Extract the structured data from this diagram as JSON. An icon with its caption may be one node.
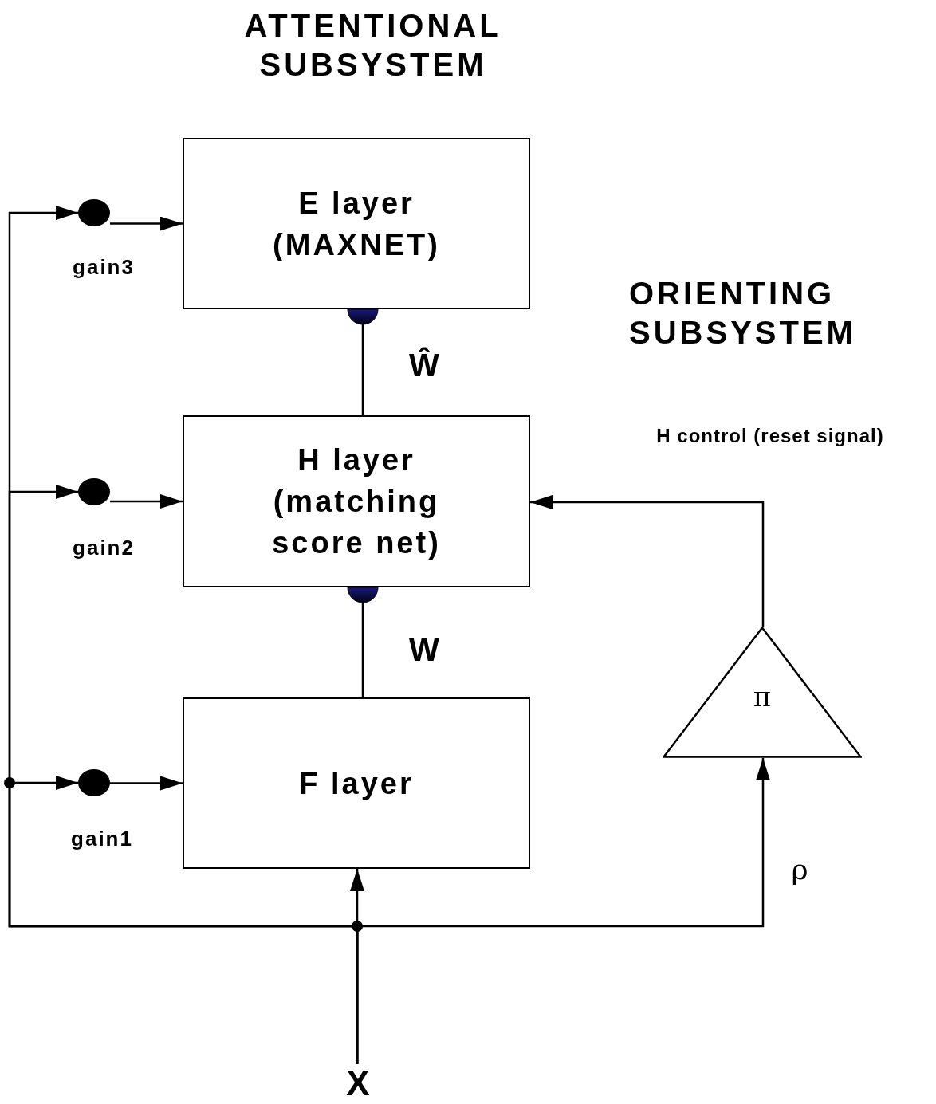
{
  "diagram": {
    "title": "ATTENTIONAL SUBSYSTEM",
    "nodes": [
      {
        "text": [
          "E layer (MAXNET)"
        ]
      },
      {
        "text": [
          "H layer (matching score net)"
        ]
      },
      {
        "text": [
          "F layer"
        ]
      },
      {
        "text": [
          "π"
        ]
      },
      {
        "text": [],
        "shape": "circle",
        "beside": [
          "gain3"
        ]
      },
      {
        "text": [],
        "shape": "circle",
        "beside": [
          "gain2"
        ]
      },
      {
        "text": [],
        "shape": "circle",
        "beside": [
          "gain1"
        ]
      },
      {
        "text": [
          "X"
        ]
      }
    ],
    "edges": [
      {
        "from": 7,
        "to": 2,
        "arrow": "to"
      },
      {
        "from": 7,
        "to": 6,
        "arrow": "to"
      },
      {
        "from": 7,
        "to": 5,
        "arrow": "to"
      },
      {
        "from": 7,
        "to": 4,
        "arrow": "to"
      },
      {
        "from": 7,
        "to": 3,
        "arrow": "to",
        "label": "ρ"
      },
      {
        "from": 6,
        "to": 2,
        "arrow": "to"
      },
      {
        "from": 5,
        "to": 1,
        "arrow": "to"
      },
      {
        "from": 4,
        "to": 0,
        "arrow": "to"
      },
      {
        "from": 3,
        "to": 1,
        "arrow": "to",
        "label": "H control (reset signal)"
      },
      {
        "from": 2,
        "to": 1,
        "arrow": "other",
        "label": "W"
      },
      {
        "from": 1,
        "to": 0,
        "arrow": "other",
        "label": "Ŵ"
      }
    ],
    "labels": [
      "ORIENTING SUBSYSTEM"
    ]
  }
}
